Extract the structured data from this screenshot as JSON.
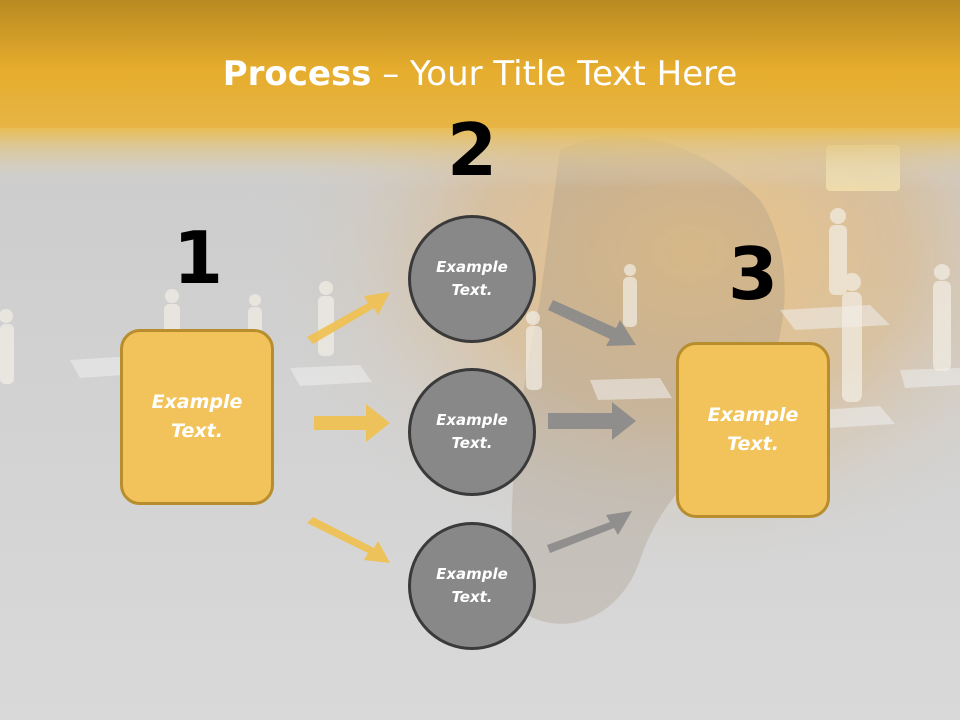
{
  "slide": {
    "title_bold": "Process",
    "title_rest": " – Your Title Text Here"
  },
  "steps": {
    "step1_number": "1",
    "step2_number": "2",
    "step3_number": "3"
  },
  "boxes": {
    "left_text": "Example Text.",
    "right_text": "Example Text."
  },
  "circles": [
    {
      "text": "Example Text."
    },
    {
      "text": "Example Text."
    },
    {
      "text": "Example Text."
    }
  ],
  "colors": {
    "accent": "#f2c35a",
    "accent_border": "#b88d2e",
    "circle_fill": "#888888",
    "arrow_yellow": "#f1c04e",
    "arrow_gray": "#8a8a8a",
    "header_gold": "#e3a82c"
  }
}
